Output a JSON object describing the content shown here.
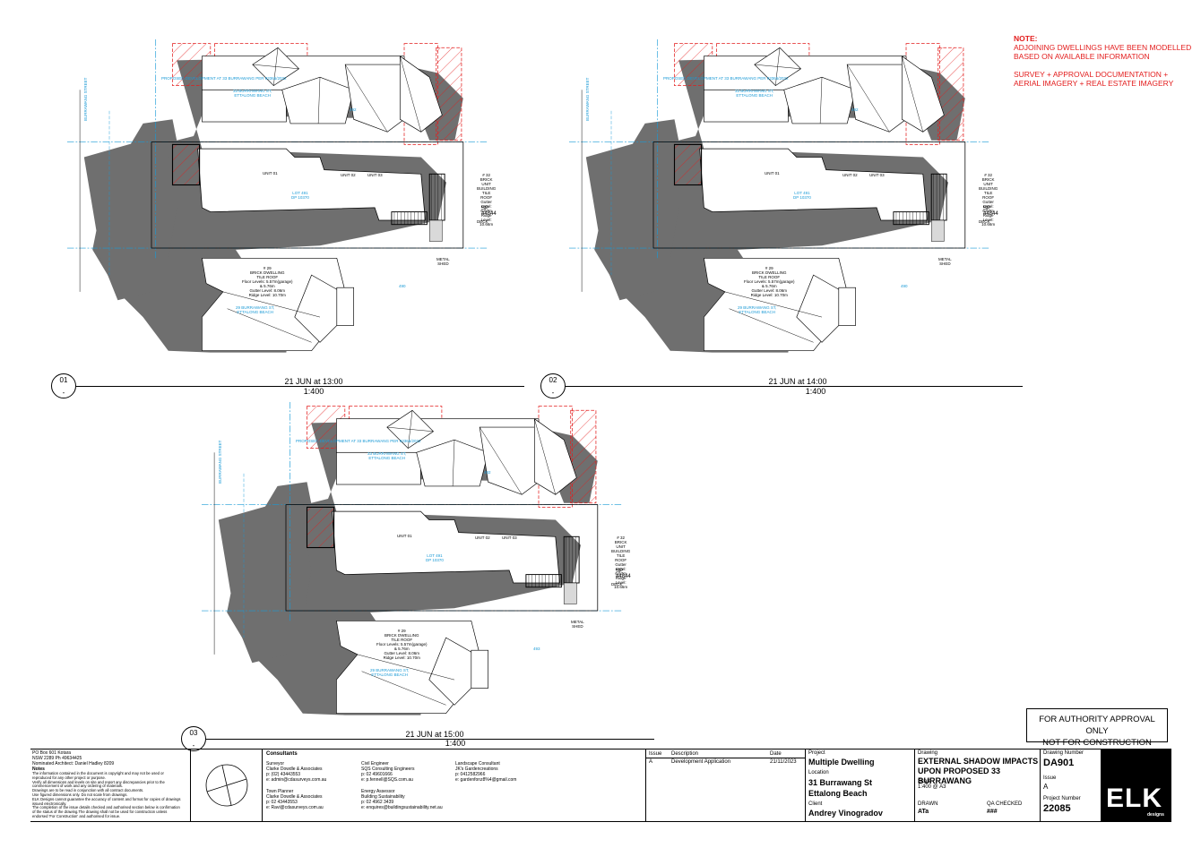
{
  "note": {
    "heading": "NOTE:",
    "lines": [
      "ADJOINING DWELLINGS HAVE BEEN MODELLED",
      "BASED ON AVAILABLE INFORMATION",
      "",
      "SURVEY + APPROVAL DOCUMENTATION +",
      "AERIAL IMAGERY + REAL ESTATE IMAGERY"
    ]
  },
  "views": [
    {
      "number": "01",
      "sub": "-",
      "title": "21 JUN at 13:00",
      "scale": "1:400"
    },
    {
      "number": "02",
      "sub": "-",
      "title": "21 JUN at 14:00",
      "scale": "1:400"
    },
    {
      "number": "03",
      "sub": "-",
      "title": "21 JUN at 15:00",
      "scale": "1:400"
    }
  ],
  "plan_labels": {
    "proposed_dev": "PROPOSED DEVELOPMENT AT 33 BURRAWANG PER 93365/2022",
    "north_addr": [
      "33 BURRAWANG ST,",
      "ETTALONG BEACH"
    ],
    "north_num": "492",
    "lot": [
      "LOT 491",
      "DP 10370"
    ],
    "unit1": "UNIT 01",
    "unit2": "UNIT 02",
    "unit3": "UNIT 03",
    "east_info": [
      "# 32",
      "BRICK UNIT BUILDING",
      "TILE ROOF",
      "Gutter Level: 6.57m",
      "Ridge Level: 10.66m"
    ],
    "sp": "SP 44844",
    "deck": "DECK",
    "south_info": [
      "# 29",
      "BRICK DWELLING",
      "TILE ROOF",
      "Floor Levels: 5.57m(garage)",
      "& 5.76m",
      "Gutter Level: 8.06m",
      "Ridge Level: 10.70m"
    ],
    "south_addr": [
      "29 BURRAWANG ST,",
      "ETTALONG BEACH"
    ],
    "south_num": "490",
    "shed": [
      "METAL",
      "SHED"
    ],
    "street": "BURRAWANG STREET",
    "south_num_3": "493"
  },
  "stamp": [
    "FOR AUTHORITY APPROVAL ONLY",
    "NOT FOR CONSTRUCTION"
  ],
  "titleblock": {
    "office": [
      "PO Box 601 Kotara",
      "NSW 2289 Ph 49634425",
      "Nominated Architect: Daniel Hadley 8209"
    ],
    "notes_heading": "Notes",
    "notes": [
      "The information contained in the document is copyright and may not be used or",
      "reproduced for any other project or purpose.",
      "Verify all dimensions and levels on site and report any discrepancies prior to the",
      "commencement of work and any ordering of materials.",
      "Drawings are to be read in conjunction with all contract documents.",
      "Use figured dimensions only. Do not scale from drawings.",
      "ELK Designs cannot guarantee the accuracy of content and format for copies of drawings",
      "issued electronically.",
      "The completion of the issue details checked and authorised section below is confirmation",
      "of the status of the drawing.The drawing shall not be used for construction unless",
      "endorsed 'For Construction' and authorised for issue."
    ],
    "consultants_heading": "Consultants",
    "consultants": [
      {
        "role": "Surveyor",
        "name": "Clarke Dowdle & Associates",
        "p": "p: (02) 43443553",
        "e": "e: admin@cdasurveys.com.au"
      },
      {
        "role": "Civil Engineer",
        "name": "SQS Consulting Engineers",
        "p": "p: 02 49601666",
        "e": "e: p.fennell@SQS.com.au"
      },
      {
        "role": "Landscape Consultant",
        "name": "JK's Gardencreations",
        "p": "p: 0412582966",
        "e": "e: gardenfonz8%4@gmail.com"
      },
      {
        "role": "Town Planner",
        "name": "Clarke Dowdle & Associates",
        "p": "p: 02 43443553",
        "e": "e: Ravi@cdasurveys.com.au"
      },
      {
        "role": "Energy Assessor",
        "name": "Building Sustainability",
        "p": "p: 02 4962 3439",
        "e": "e: enquires@buildingsustainability.net.au"
      }
    ],
    "issue_label": "Issue",
    "desc_label": "Description",
    "date_label": "Date",
    "issue_value": "A",
    "desc_value": "Development Application",
    "date_value": "21/11/2023",
    "project_label": "Project",
    "project_value": "Multiple Dwelling",
    "location_label": "Location",
    "location_value": [
      "31 Burrawang St",
      "Ettalong Beach"
    ],
    "client_label": "Client",
    "client_value": "Andrey Vinogradov",
    "drawing_label": "Drawing",
    "drawing_value": [
      "EXTERNAL SHADOW IMPACTS",
      "UPON PROPOSED 33",
      "BURRAWANG"
    ],
    "scale_label": "Scale",
    "scale_value": "1:400 @ A3",
    "drawn_label": "DRAWN",
    "drawn_value": "ATa",
    "qa_label": "QA CHECKED",
    "qa_value": "###",
    "dn_label": "Drawing Number",
    "dn_value": "DA901",
    "issue2_label": "Issue",
    "issue2_value": "A",
    "pn_label": "Project Number",
    "pn_value": "22085",
    "logo_text": "ELK",
    "logo_sub": "designs"
  },
  "colors": {
    "shadow": "#6f6f6f",
    "red": "#e31d1d",
    "blue": "#1a9ad6"
  }
}
